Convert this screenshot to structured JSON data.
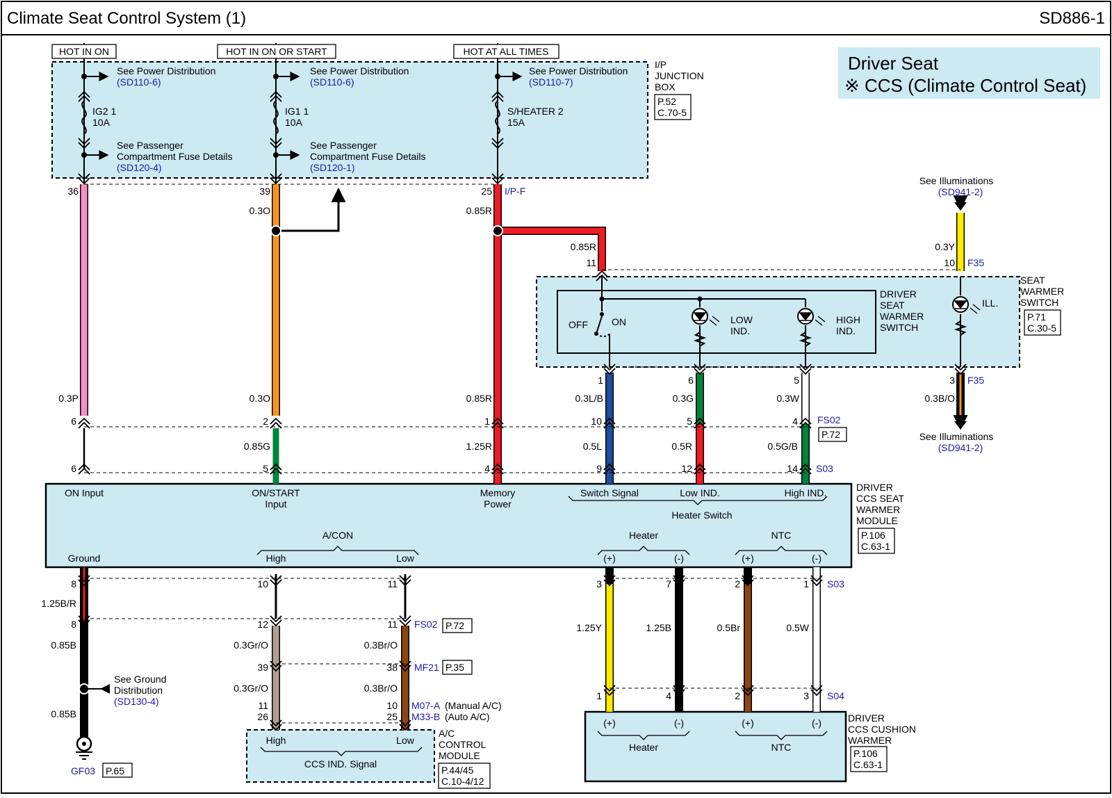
{
  "header": {
    "title": "Climate Seat Control System (1)",
    "code": "SD886-1"
  },
  "info": {
    "line1": "Driver Seat",
    "line2": "※ CCS (Climate Control Seat)"
  },
  "power_tags": {
    "c1": "HOT IN ON",
    "c2": "HOT IN ON OR START",
    "c3": "HOT AT ALL TIMES"
  },
  "junction_box": {
    "name": [
      "I/P",
      "JUNCTION",
      "BOX"
    ],
    "ref": [
      "P.52",
      "C.70-5"
    ],
    "connector": "I/P-F",
    "c1": {
      "see": "See Power Distribution",
      "see_ref": "(SD110-6)",
      "fuse": [
        "IG2 1",
        "10A"
      ],
      "pass": [
        "See Passenger",
        "Compartment Fuse Details"
      ],
      "pass_ref": "(SD120-4)",
      "pin": "36"
    },
    "c2": {
      "see": "See Power Distribution",
      "see_ref": "(SD110-6)",
      "fuse": [
        "IG1 1",
        "10A"
      ],
      "pass": [
        "See Passenger",
        "Compartment Fuse Details"
      ],
      "pass_ref": "(SD120-1)",
      "pin": "39"
    },
    "c3": {
      "see": "See Power Distribution",
      "see_ref": "(SD110-7)",
      "fuse": [
        "S/HEATER 2",
        "15A"
      ],
      "pin": "25"
    }
  },
  "wire_labels": {
    "c1_top": "0.3P",
    "c2_top1": "0.3O",
    "c2_top2": "0.3O",
    "c3_top1": "0.85R",
    "c3_top2": "0.85R",
    "sw_feed": "0.85R",
    "c2_mid": "0.85G",
    "c3_mid": "1.25R",
    "s1": "0.3L/B",
    "s6": "0.3G",
    "s5": "0.3W",
    "s10": "0.5L",
    "s12": "0.5R",
    "s14": "0.5G/B",
    "ill_in": "0.3Y",
    "ill_out": "0.3B/O",
    "g1": "1.25B/R",
    "g2": "0.85B",
    "g3": "0.85B",
    "a1": "0.3Gr/O",
    "a2": "0.3Gr/O",
    "b1": "0.3Br/O",
    "b2": "0.3Br/O",
    "h1": "1.25Y",
    "h2": "1.25B",
    "h3": "0.5Br",
    "h4": "0.5W"
  },
  "pins": {
    "fs_c1": "6",
    "fs_c2": "2",
    "fs_c3": "1",
    "fs_s1": "10",
    "fs_s2": "5",
    "fs_s3": "4",
    "m_c1": "6",
    "m_c2": "5",
    "m_c3": "4",
    "m_s1": "9",
    "m_s2": "12",
    "m_s3": "14",
    "sw_top": "11",
    "sw_1": "1",
    "sw_6": "6",
    "sw_5": "5",
    "ill_top": "10",
    "ill_bot": "3",
    "mb_8": "8",
    "mb_10": "10",
    "mb_11": "11",
    "mb_3": "3",
    "mb_7": "7",
    "mb_2": "2",
    "mb_1": "1",
    "g_8": "8",
    "fs2_12": "12",
    "fs2_11": "11",
    "mf_39": "39",
    "mf_38": "38",
    "ac_11": "11",
    "ac_26": "26",
    "ac_10": "10",
    "ac_25": "25",
    "cw_1": "1",
    "cw_4": "4",
    "cw_2": "2",
    "cw_3": "3"
  },
  "connectors": {
    "fs02": "FS02",
    "s03": "S03",
    "f35": "F35",
    "s04": "S04",
    "mf21": "MF21",
    "m07a": "M07-A",
    "m33b": "M33-B",
    "gf03": "GF03"
  },
  "refs": {
    "fs02": "P.72",
    "fs02b": "P.72",
    "mf21": "P.35",
    "gf03": "P.65"
  },
  "connector_notes": {
    "m07a": "(Manual A/C)",
    "m33b": "(Auto A/C)"
  },
  "seat_switch": {
    "name": [
      "SEAT",
      "WARMER",
      "SWITCH"
    ],
    "ref": [
      "P.71",
      "C.30-5"
    ],
    "inner_name": [
      "DRIVER",
      "SEAT",
      "WARMER",
      "SWITCH"
    ],
    "off": "OFF",
    "on": "ON",
    "low": [
      "LOW",
      "IND."
    ],
    "high": [
      "HIGH",
      "IND."
    ],
    "ill": "ILL."
  },
  "illumination": {
    "top": "See Illuminations",
    "top_ref": "(SD941-2)",
    "bottom": "See Illuminations",
    "bottom_ref": "(SD941-2)"
  },
  "module": {
    "name": [
      "DRIVER",
      "CCS SEAT",
      "WARMER",
      "MODULE"
    ],
    "ref": [
      "P.106",
      "C.63-1"
    ],
    "on_input": "ON Input",
    "onstart": [
      "ON/START",
      "Input"
    ],
    "memory": [
      "Memory",
      "Power"
    ],
    "switch_signal": "Switch Signal",
    "low_ind": "Low IND.",
    "high_ind": "High IND.",
    "heater_switch": "Heater Switch",
    "acon": "A/CON",
    "high": "High",
    "low": "Low",
    "ground": "Ground",
    "heater": "Heater",
    "ntc": "NTC",
    "plus1": "(+)",
    "minus1": "(-)",
    "plus2": "(+)",
    "minus2": "(-)"
  },
  "ground": {
    "see": [
      "See Ground",
      "Distribution"
    ],
    "ref": "(SD130-4)"
  },
  "ac_module": {
    "name": [
      "A/C",
      "CONTROL",
      "MODULE"
    ],
    "ref": [
      "P.44/45",
      "C.10-4/12"
    ],
    "high": "High",
    "low": "Low",
    "signal": "CCS IND. Signal"
  },
  "cushion": {
    "name": [
      "DRIVER",
      "CCS CUSHION",
      "WARMER"
    ],
    "ref": [
      "P.106",
      "C.63-1"
    ],
    "plus1": "(+)",
    "minus1": "(-)",
    "plus2": "(+)",
    "minus2": "(-)",
    "heater": "Heater",
    "ntc": "NTC"
  },
  "colors": {
    "box_fill": "#cde9f2",
    "ref_blue": "#1a1aa8",
    "pink": "#f58ec3",
    "orange": "#f7941d",
    "red": "#ee1c24",
    "green": "#00843d",
    "blue": "#1d4f9c",
    "yellow": "#ffec00",
    "brown": "#8b4513",
    "gray_orange": "#b0a091",
    "black": "#000000",
    "white": "#ffffff"
  }
}
